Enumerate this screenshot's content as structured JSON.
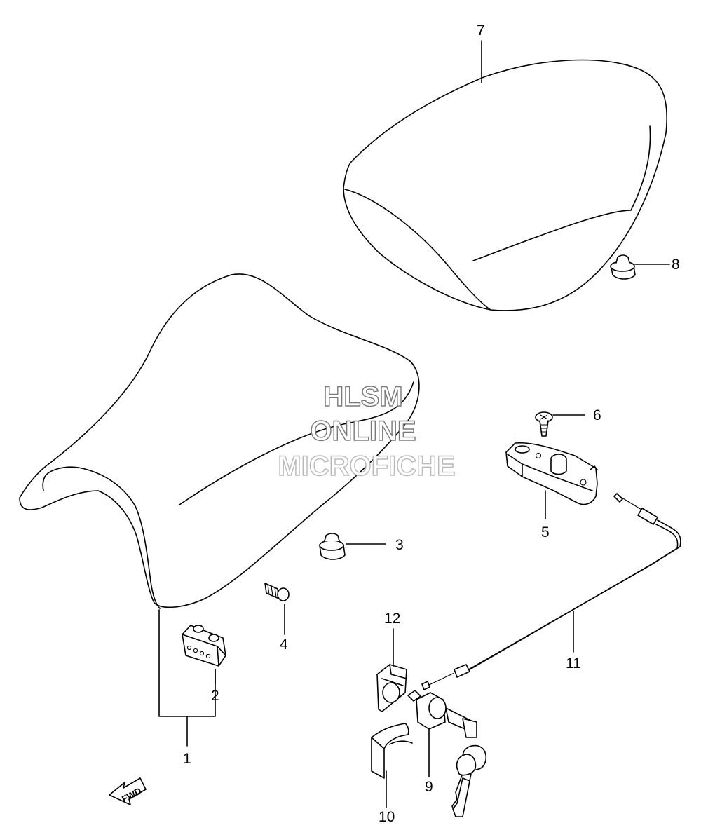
{
  "watermark": {
    "line1": "HLSM",
    "line2": "ONLINE",
    "line3": "MICROFICHE"
  },
  "direction_label": "FWD",
  "callouts": {
    "c1": "1",
    "c2": "2",
    "c3": "3",
    "c4": "4",
    "c5": "5",
    "c6": "6",
    "c7": "7",
    "c8": "8",
    "c9": "9",
    "c10": "10",
    "c11": "11",
    "c12": "12"
  },
  "icons": {
    "direction": "fwd-arrow-icon"
  },
  "colors": {
    "line": "#000000",
    "watermark_stroke": "#7a7a7a",
    "background": "#ffffff"
  }
}
